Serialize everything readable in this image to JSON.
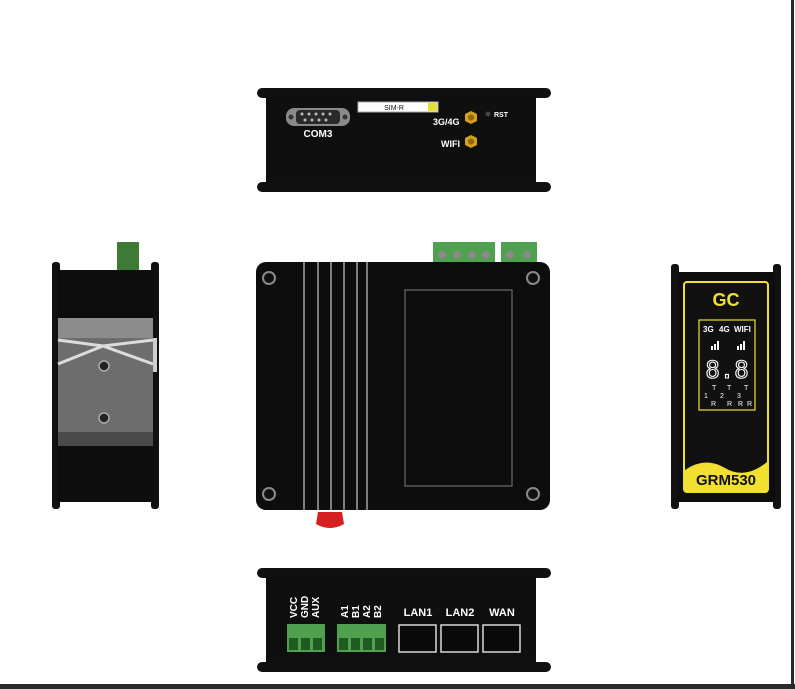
{
  "top_panel": {
    "com_label": "COM3",
    "sim_label": "SIM-R",
    "lte_label": "3G/4G",
    "rst_label": "RST",
    "wifi_label": "WIFI"
  },
  "bottom_panel": {
    "power_pins": [
      "VCC",
      "GND",
      "AUX"
    ],
    "serial_pins": [
      "A1",
      "B1",
      "A2",
      "B2"
    ],
    "ports": [
      "LAN1",
      "LAN2",
      "WAN"
    ]
  },
  "front_label": {
    "brand": "GC",
    "model": "GRM530",
    "signal_labels": [
      "3G",
      "4G",
      "WIFI"
    ],
    "display_digits": "8.8",
    "led_labels": {
      "t": [
        "T",
        "T",
        "T"
      ],
      "n": [
        "1",
        "2",
        "3"
      ],
      "r": [
        "R",
        "R",
        "R",
        "R"
      ]
    }
  },
  "colors": {
    "body": "#111111",
    "terminal_green": "#4fa04f",
    "label_yellow": "#f2e030",
    "antenna_gold": "#d4a017",
    "antenna_red": "#d42020"
  }
}
